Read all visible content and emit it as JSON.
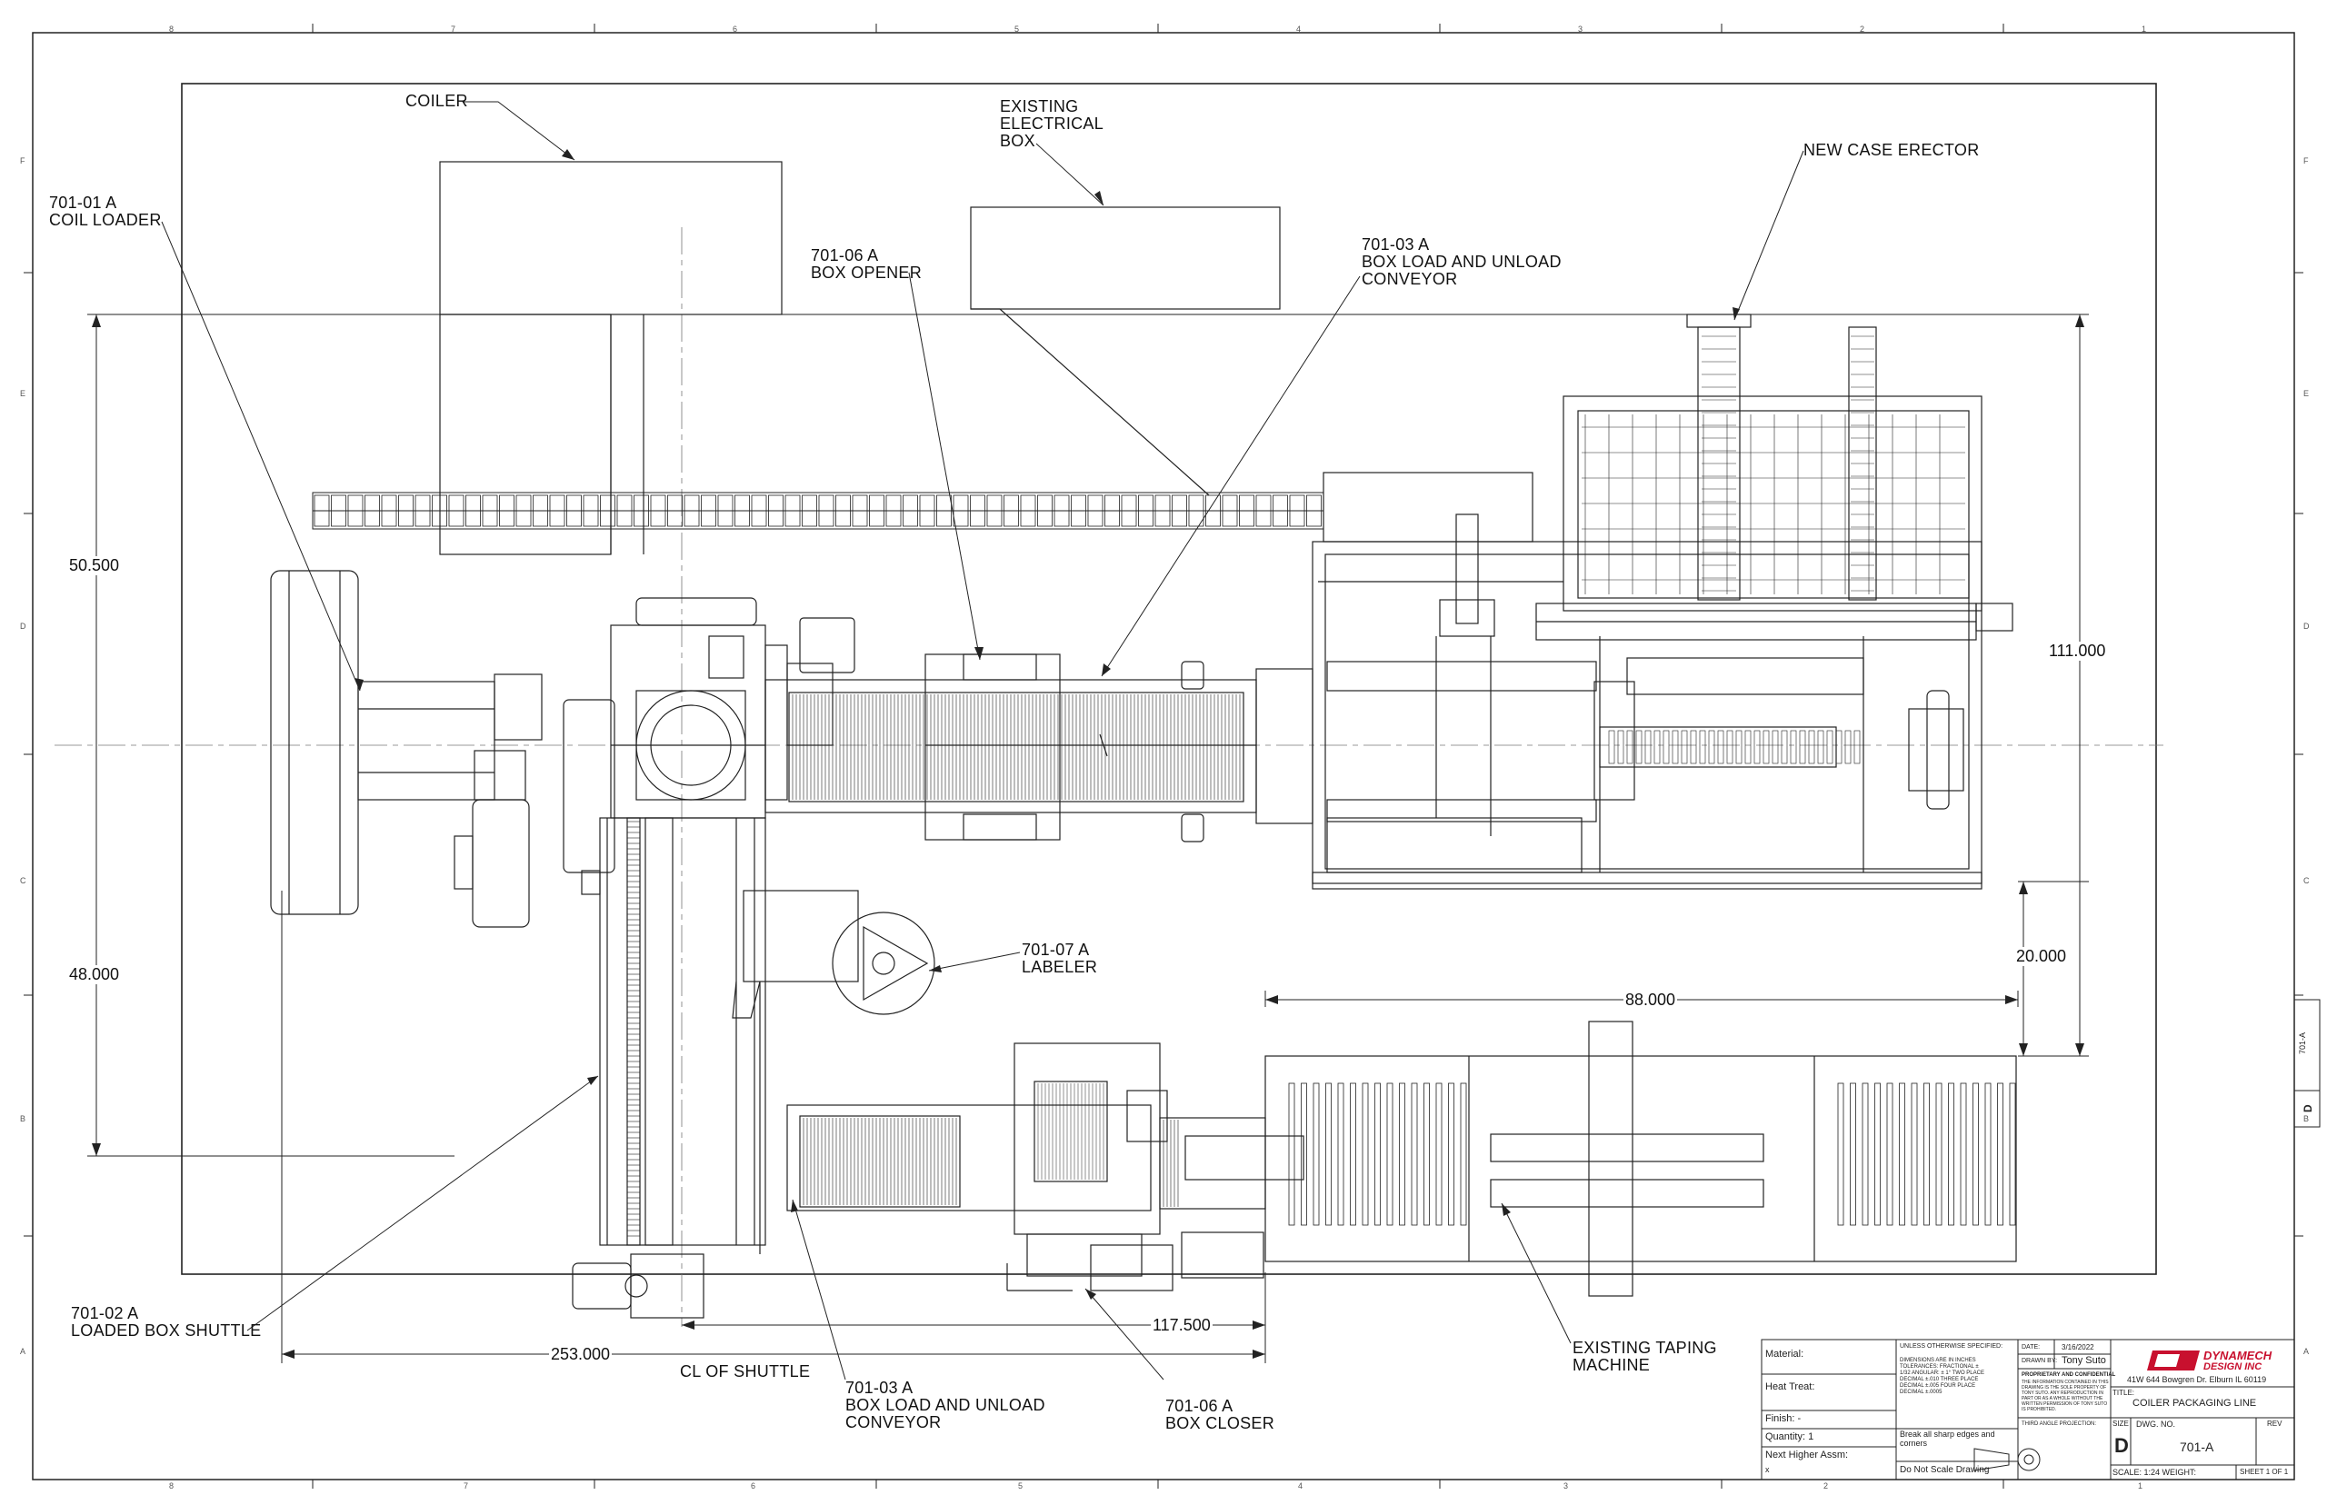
{
  "zones": {
    "columns": [
      "8",
      "7",
      "6",
      "5",
      "4",
      "3",
      "2",
      "1"
    ],
    "rows": [
      "F",
      "E",
      "D",
      "C",
      "B",
      "A"
    ]
  },
  "labels": {
    "coiler": "COILER",
    "coil_loader": [
      "701-01 A",
      "COIL LOADER"
    ],
    "electrical_box": [
      "EXISTING",
      "ELECTRICAL",
      "BOX"
    ],
    "box_opener": [
      "701-06 A",
      "BOX OPENER"
    ],
    "box_load_top": [
      "701-03 A",
      "BOX LOAD AND UNLOAD",
      "CONVEYOR"
    ],
    "case_erector": "NEW CASE ERECTOR",
    "labeler": [
      "701-07 A",
      "LABELER"
    ],
    "box_shuttle": [
      "701-02 A",
      "LOADED BOX SHUTTLE"
    ],
    "cl_shuttle": "CL OF SHUTTLE",
    "box_load_bottom": [
      "701-03 A",
      "BOX LOAD AND UNLOAD",
      "CONVEYOR"
    ],
    "box_closer": [
      "701-06 A",
      "BOX CLOSER"
    ],
    "taping_machine": [
      "EXISTING TAPING",
      "MACHINE"
    ]
  },
  "dimensions": {
    "d50500": "50.500",
    "d48000": "48.000",
    "d111000": "111.000",
    "d20000": "20.000",
    "d88000": "88.000",
    "d117500": "117.500",
    "d253000": "253.000"
  },
  "title_block": {
    "material_label": "Material:",
    "heat_treat_label": "Heat Treat:",
    "finish_label": "Finish: -",
    "quantity_label": "Quantity: 1",
    "next_higher_label": "Next Higher Assm:",
    "next_higher_value": "x",
    "unless_note": "UNLESS OTHERWISE SPECIFIED:",
    "tolerance_note": "DIMENSIONS ARE IN INCHES TOLERANCES: FRACTIONAL ± 1/32 ANGULAR: ± 1° TWO PLACE DECIMAL ±.010 THREE PLACE DECIMAL ±.005 FOUR PLACE DECIMAL ±.0005",
    "break_edges": "Break all sharp edges and corners",
    "do_not_scale": "Do Not Scale Drawing",
    "date_label": "DATE:",
    "date_value": "3/16/2022",
    "drawn_by_label": "DRAWN BY:",
    "drawn_by_value": "Tony Suto",
    "proprietary_title": "PROPRIETARY AND CONFIDENTIAL",
    "proprietary_text": "THE INFORMATION CONTAINED IN THIS DRAWING IS THE SOLE PROPERTY OF TONY SUTO. ANY REPRODUCTION IN PART OR AS A WHOLE WITHOUT THE WRITTEN PERMISSION OF TONY SUTO IS PROHIBITED.",
    "projection_label": "THIRD ANGLE PROJECTION:",
    "company_line1": "DYNAMECH",
    "company_line2": "DESIGN INC",
    "company_address": "41W 644 Bowgren Dr. Elburn IL 60119",
    "title_label": "TITLE:",
    "title_value": "COILER PACKAGING LINE",
    "size_label": "SIZE",
    "size_value": "D",
    "dwg_no_label": "DWG. NO.",
    "dwg_no_value": "701-A",
    "rev_label": "REV",
    "scale_text": "SCALE: 1:24 WEIGHT:",
    "sheet_text": "SHEET 1 OF 1",
    "side_dwg": "701-A",
    "side_size": "D"
  },
  "colors": {
    "line": "#222222",
    "thin": "#555555",
    "brand_red": "#c8102e"
  }
}
